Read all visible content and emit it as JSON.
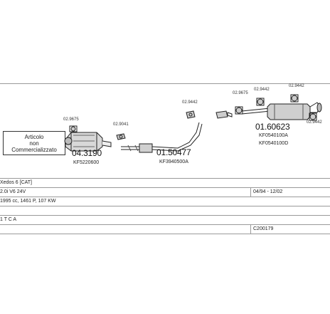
{
  "notice": {
    "lines": [
      "Articolo",
      "non",
      "Commercializzato"
    ]
  },
  "parts": {
    "p1_code": "02.9675",
    "p1_number": "04.3190",
    "p1_ref": "KF5220600",
    "p2_code": "02.9041",
    "p3_number": "01.50477",
    "p3_ref": "KF3940500A",
    "p4_code": "02.9442",
    "p5_code": "02.9675",
    "p6_code": "02.9442",
    "p7_code": "02.9442",
    "p8_code": "02.9442",
    "p9_number": "01.60623",
    "p9_ref1": "KF0540100A",
    "p9_ref2": "KF0540100D"
  },
  "info": {
    "row1": "Xedos 6  [CAT]",
    "row2_left": "2.0i V6 24V",
    "row2_right": "04/94 - 12/02",
    "row3": "1995 cc, 1461 P, 107 KW",
    "row4": "1  T C A",
    "row5_right": "C200179"
  }
}
